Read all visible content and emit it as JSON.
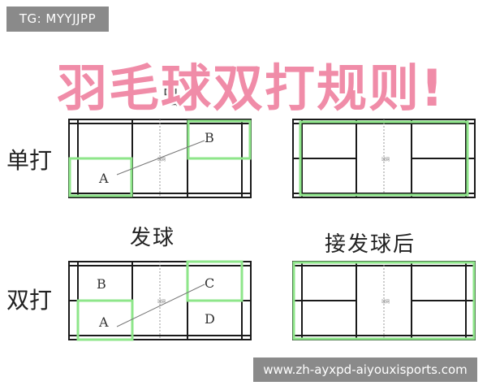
{
  "tag": "TG: MYYJJPP",
  "title": "羽毛球双打规则!",
  "row_labels": {
    "singles": "单打",
    "doubles": "双打"
  },
  "col_labels": {
    "serve": "发球",
    "after_receive": "接发球后"
  },
  "court_marks": {
    "singles": [
      "A",
      "B"
    ],
    "doubles": [
      "B",
      "A",
      "C",
      "D"
    ],
    "net_text": "球网"
  },
  "colors": {
    "highlight": "#8ee68a",
    "line": "#1a1a1a",
    "title": "#f08ca8"
  },
  "watermark": "www.zh-ayxpd-aiyouxisports.com"
}
